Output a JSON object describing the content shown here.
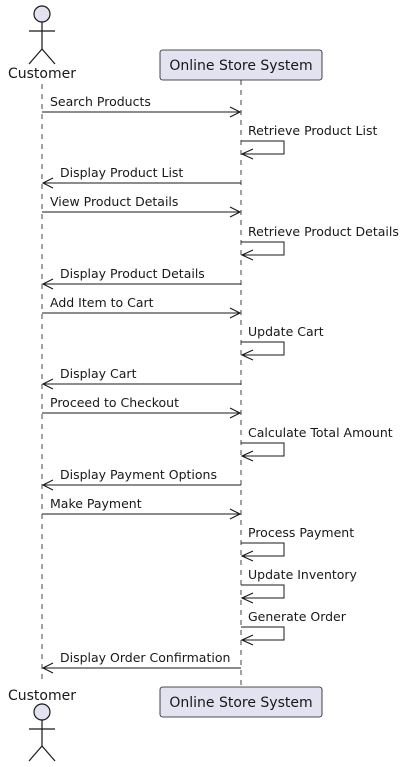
{
  "diagram": {
    "participants": {
      "customer": {
        "label": "Customer",
        "kind": "actor"
      },
      "system": {
        "label": "Online Store System",
        "kind": "participant"
      }
    },
    "colors": {
      "fill": "#E2E2F0",
      "stroke": "#181818",
      "lifeline": "#181818",
      "text": "#181818"
    },
    "messages": [
      {
        "from": "customer",
        "to": "system",
        "label": "Search Products"
      },
      {
        "from": "system",
        "to": "system",
        "label": "Retrieve Product List"
      },
      {
        "from": "system",
        "to": "customer",
        "label": "Display Product List"
      },
      {
        "from": "customer",
        "to": "system",
        "label": "View Product Details"
      },
      {
        "from": "system",
        "to": "system",
        "label": "Retrieve Product Details"
      },
      {
        "from": "system",
        "to": "customer",
        "label": "Display Product Details"
      },
      {
        "from": "customer",
        "to": "system",
        "label": "Add Item to Cart"
      },
      {
        "from": "system",
        "to": "system",
        "label": "Update Cart"
      },
      {
        "from": "system",
        "to": "customer",
        "label": "Display Cart"
      },
      {
        "from": "customer",
        "to": "system",
        "label": "Proceed to Checkout"
      },
      {
        "from": "system",
        "to": "system",
        "label": "Calculate Total Amount"
      },
      {
        "from": "system",
        "to": "customer",
        "label": "Display Payment Options"
      },
      {
        "from": "customer",
        "to": "system",
        "label": "Make Payment"
      },
      {
        "from": "system",
        "to": "system",
        "label": "Process Payment"
      },
      {
        "from": "system",
        "to": "system",
        "label": "Update Inventory"
      },
      {
        "from": "system",
        "to": "system",
        "label": "Generate Order"
      },
      {
        "from": "system",
        "to": "customer",
        "label": "Display Order Confirmation"
      }
    ]
  }
}
